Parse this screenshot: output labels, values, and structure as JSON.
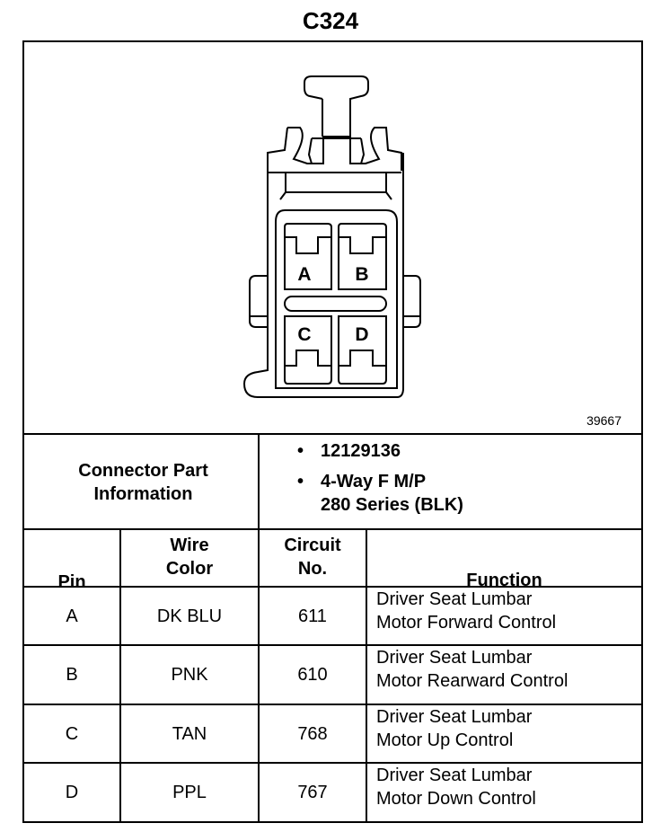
{
  "title": "C324",
  "diagram": {
    "figure_number": "39667",
    "cavity_labels": [
      "A",
      "B",
      "C",
      "D"
    ]
  },
  "connector_info": {
    "label": "Connector Part Information",
    "items": [
      "12129136",
      "4-Way F M/P",
      "280 Series (BLK)"
    ]
  },
  "table": {
    "headers": {
      "pin": "Pin",
      "wire_color": "Wire Color",
      "circuit": "Circuit No.",
      "function": "Function"
    },
    "rows": [
      {
        "pin": "A",
        "wire_color": "DK BLU",
        "circuit": "611",
        "function_1": "Driver Seat Lumbar",
        "function_2": "Motor Forward Control"
      },
      {
        "pin": "B",
        "wire_color": "PNK",
        "circuit": "610",
        "function_1": "Driver Seat Lumbar",
        "function_2": "Motor Rearward Control"
      },
      {
        "pin": "C",
        "wire_color": "TAN",
        "circuit": "768",
        "function_1": "Driver Seat Lumbar",
        "function_2": "Motor Up Control"
      },
      {
        "pin": "D",
        "wire_color": "PPL",
        "circuit": "767",
        "function_1": "Driver Seat Lumbar",
        "function_2": "Motor Down Control"
      }
    ]
  }
}
